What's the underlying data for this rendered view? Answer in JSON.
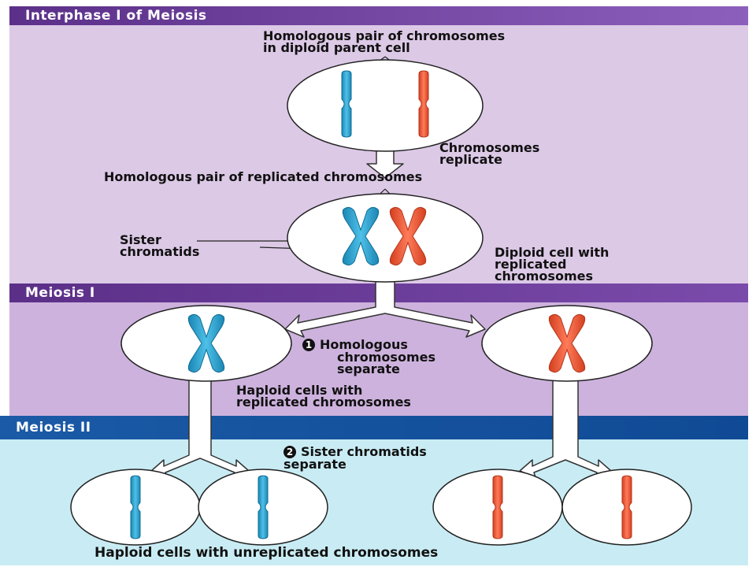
{
  "sections": {
    "interphase": "Interphase I of Meiosis",
    "meiosis1": "Meiosis I",
    "meiosis2": "Meiosis II"
  },
  "labels": {
    "homologous_pair_line1": "Homologous pair of chromosomes",
    "homologous_pair_line2": "in diploid parent cell",
    "replicate_line1": "Chromosomes",
    "replicate_line2": "replicate",
    "replicated_pair": "Homologous pair of replicated chromosomes",
    "sister_line1": "Sister",
    "sister_line2": "chromatids",
    "diploid_line1": "Diploid cell with",
    "diploid_line2": "replicated",
    "diploid_line3": "chromosomes",
    "step1_num": "1",
    "step1_line1": "Homologous",
    "step1_line2": "chromosomes",
    "step1_line3": "separate",
    "haploid_rep_line1": "Haploid cells with",
    "haploid_rep_line2": "replicated chromosomes",
    "step2_num": "2",
    "step2_line1": "Sister chromatids",
    "step2_line2": "separate",
    "haploid_unrep": "Haploid cells with unreplicated chromosomes"
  },
  "colors": {
    "blue_chromosome": "#2aa3cf",
    "red_chromosome": "#ee5a3c",
    "interphase_bg": "#dcc9e6",
    "meiosis1_bg": "#cdb2dd",
    "meiosis2_bg": "#c9ecf4",
    "band_purple": "#6b3e9a",
    "band_blue": "#1d5aa6"
  }
}
